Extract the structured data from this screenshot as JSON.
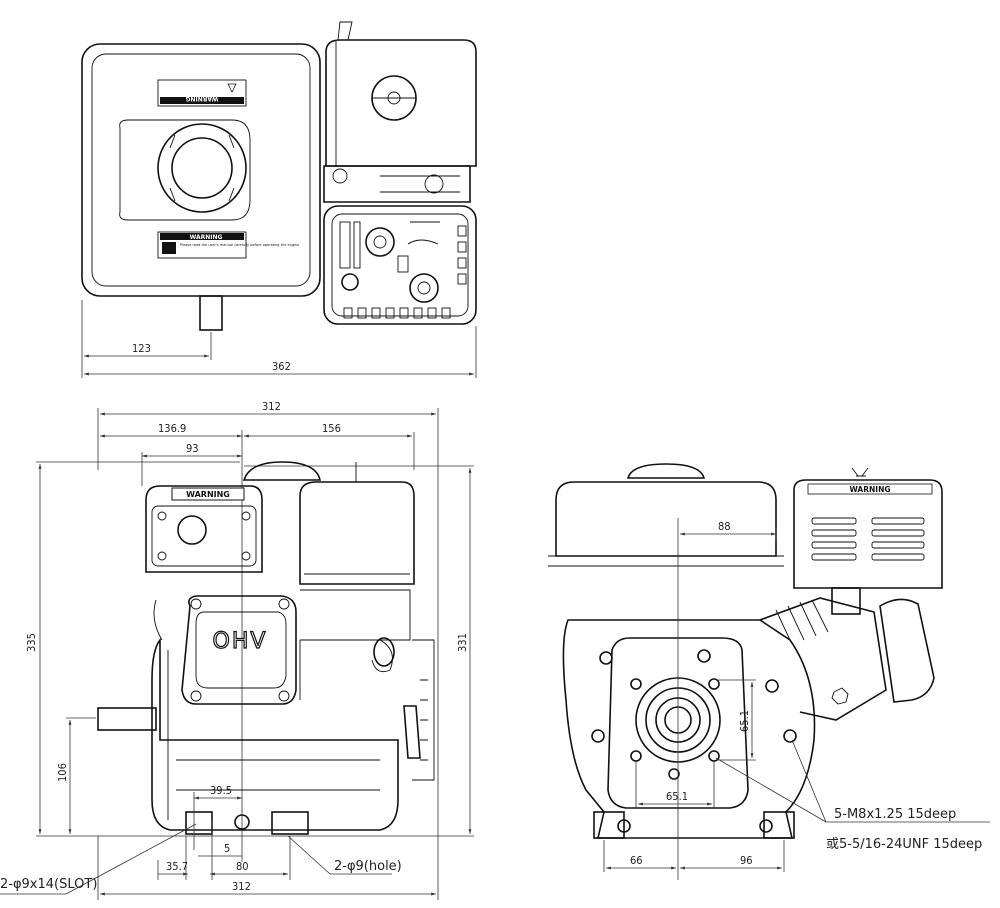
{
  "top_view": {
    "warning_label_top": "WARNING",
    "warning_label_bottom": "WARNING",
    "warning_text": "Please read the user's manual carefully before operating the engine",
    "dims": {
      "left_offset": "123",
      "overall_width": "362"
    }
  },
  "front_view": {
    "warning_label": "WARNING",
    "ohv_label": "OHV",
    "dims": {
      "top_width": "312",
      "left_to_center": "136.9",
      "center_to_right": "156",
      "aircleaner_center": "93",
      "height_total": "335",
      "height_right": "331",
      "shaft_height": "106",
      "slot_spacing": "39.5",
      "slot_to_edge": "35.7",
      "slot_small": "5",
      "hole_spacing": "80",
      "bottom_width": "312"
    },
    "callouts": {
      "slot": "2-φ9x14(SLOT)",
      "hole": "2-φ9(hole)"
    }
  },
  "side_view": {
    "warning_label": "WARNING",
    "dims": {
      "top_offset": "88",
      "bolt_vertical": "65.1",
      "bolt_horizontal": "65.1",
      "left_dist": "66",
      "right_dist": "96"
    },
    "callouts": {
      "thread_metric": "5-M8x1.25  15deep",
      "thread_unf": "或5-5/16-24UNF  15deep"
    }
  }
}
